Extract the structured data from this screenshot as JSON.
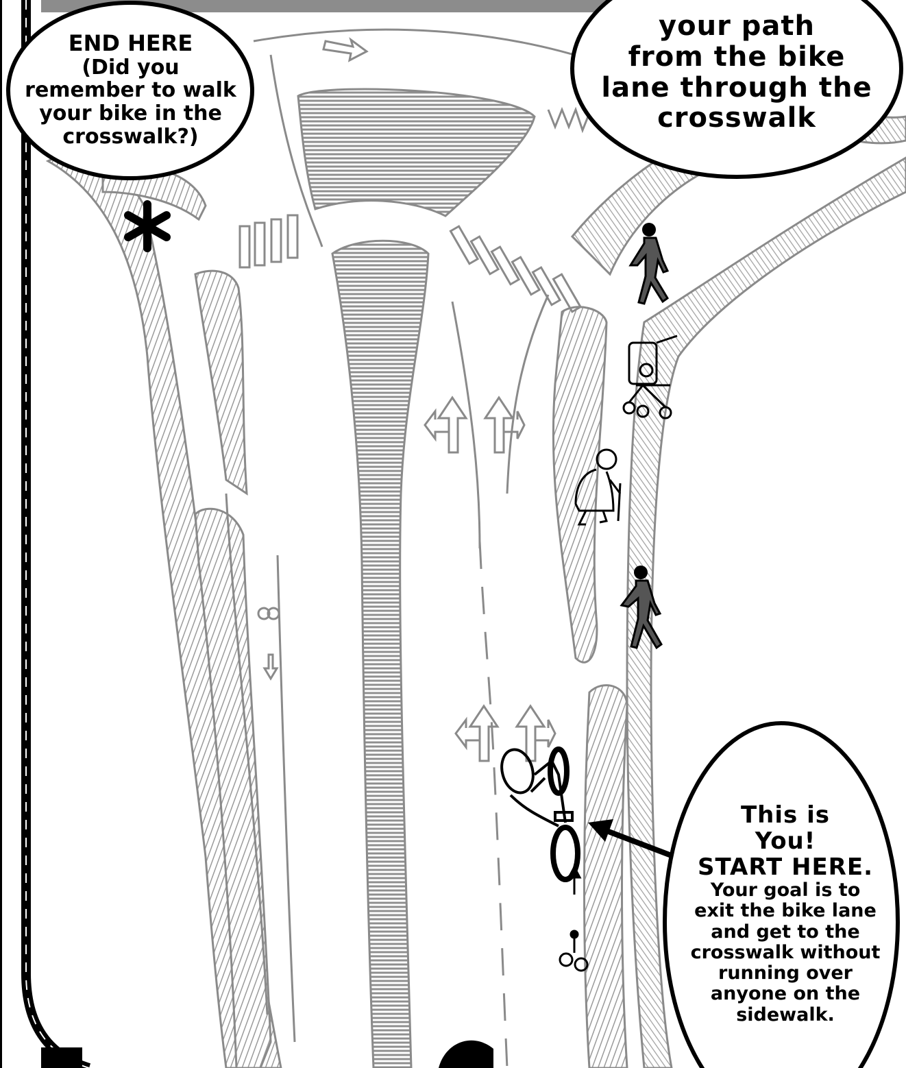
{
  "end_bubble": {
    "title": "END HERE",
    "lines": [
      "(Did you",
      "remember to walk",
      "your bike in the",
      "crosswalk?)"
    ]
  },
  "path_bubble": {
    "lines": [
      "your path",
      "from the bike",
      "lane through the",
      "crosswalk"
    ]
  },
  "start_bubble": {
    "title_lines": [
      "This is",
      "You!",
      "START HERE."
    ],
    "body_lines": [
      "Your goal is to",
      "exit the bike lane",
      "and get to the",
      "crosswalk without",
      "running over",
      "anyone on the",
      "sidewalk."
    ]
  },
  "colors": {
    "road_marking": "#8a8a8a",
    "hatch": "#9a9a9a",
    "ink": "#000000",
    "frame_band": "#8c8c8c"
  },
  "icons": [
    "pedestrian-icon",
    "stroller-icon",
    "elderly-pedestrian-icon",
    "cyclist-icon",
    "bike-symbol-icon",
    "asterisk-marker-icon"
  ]
}
